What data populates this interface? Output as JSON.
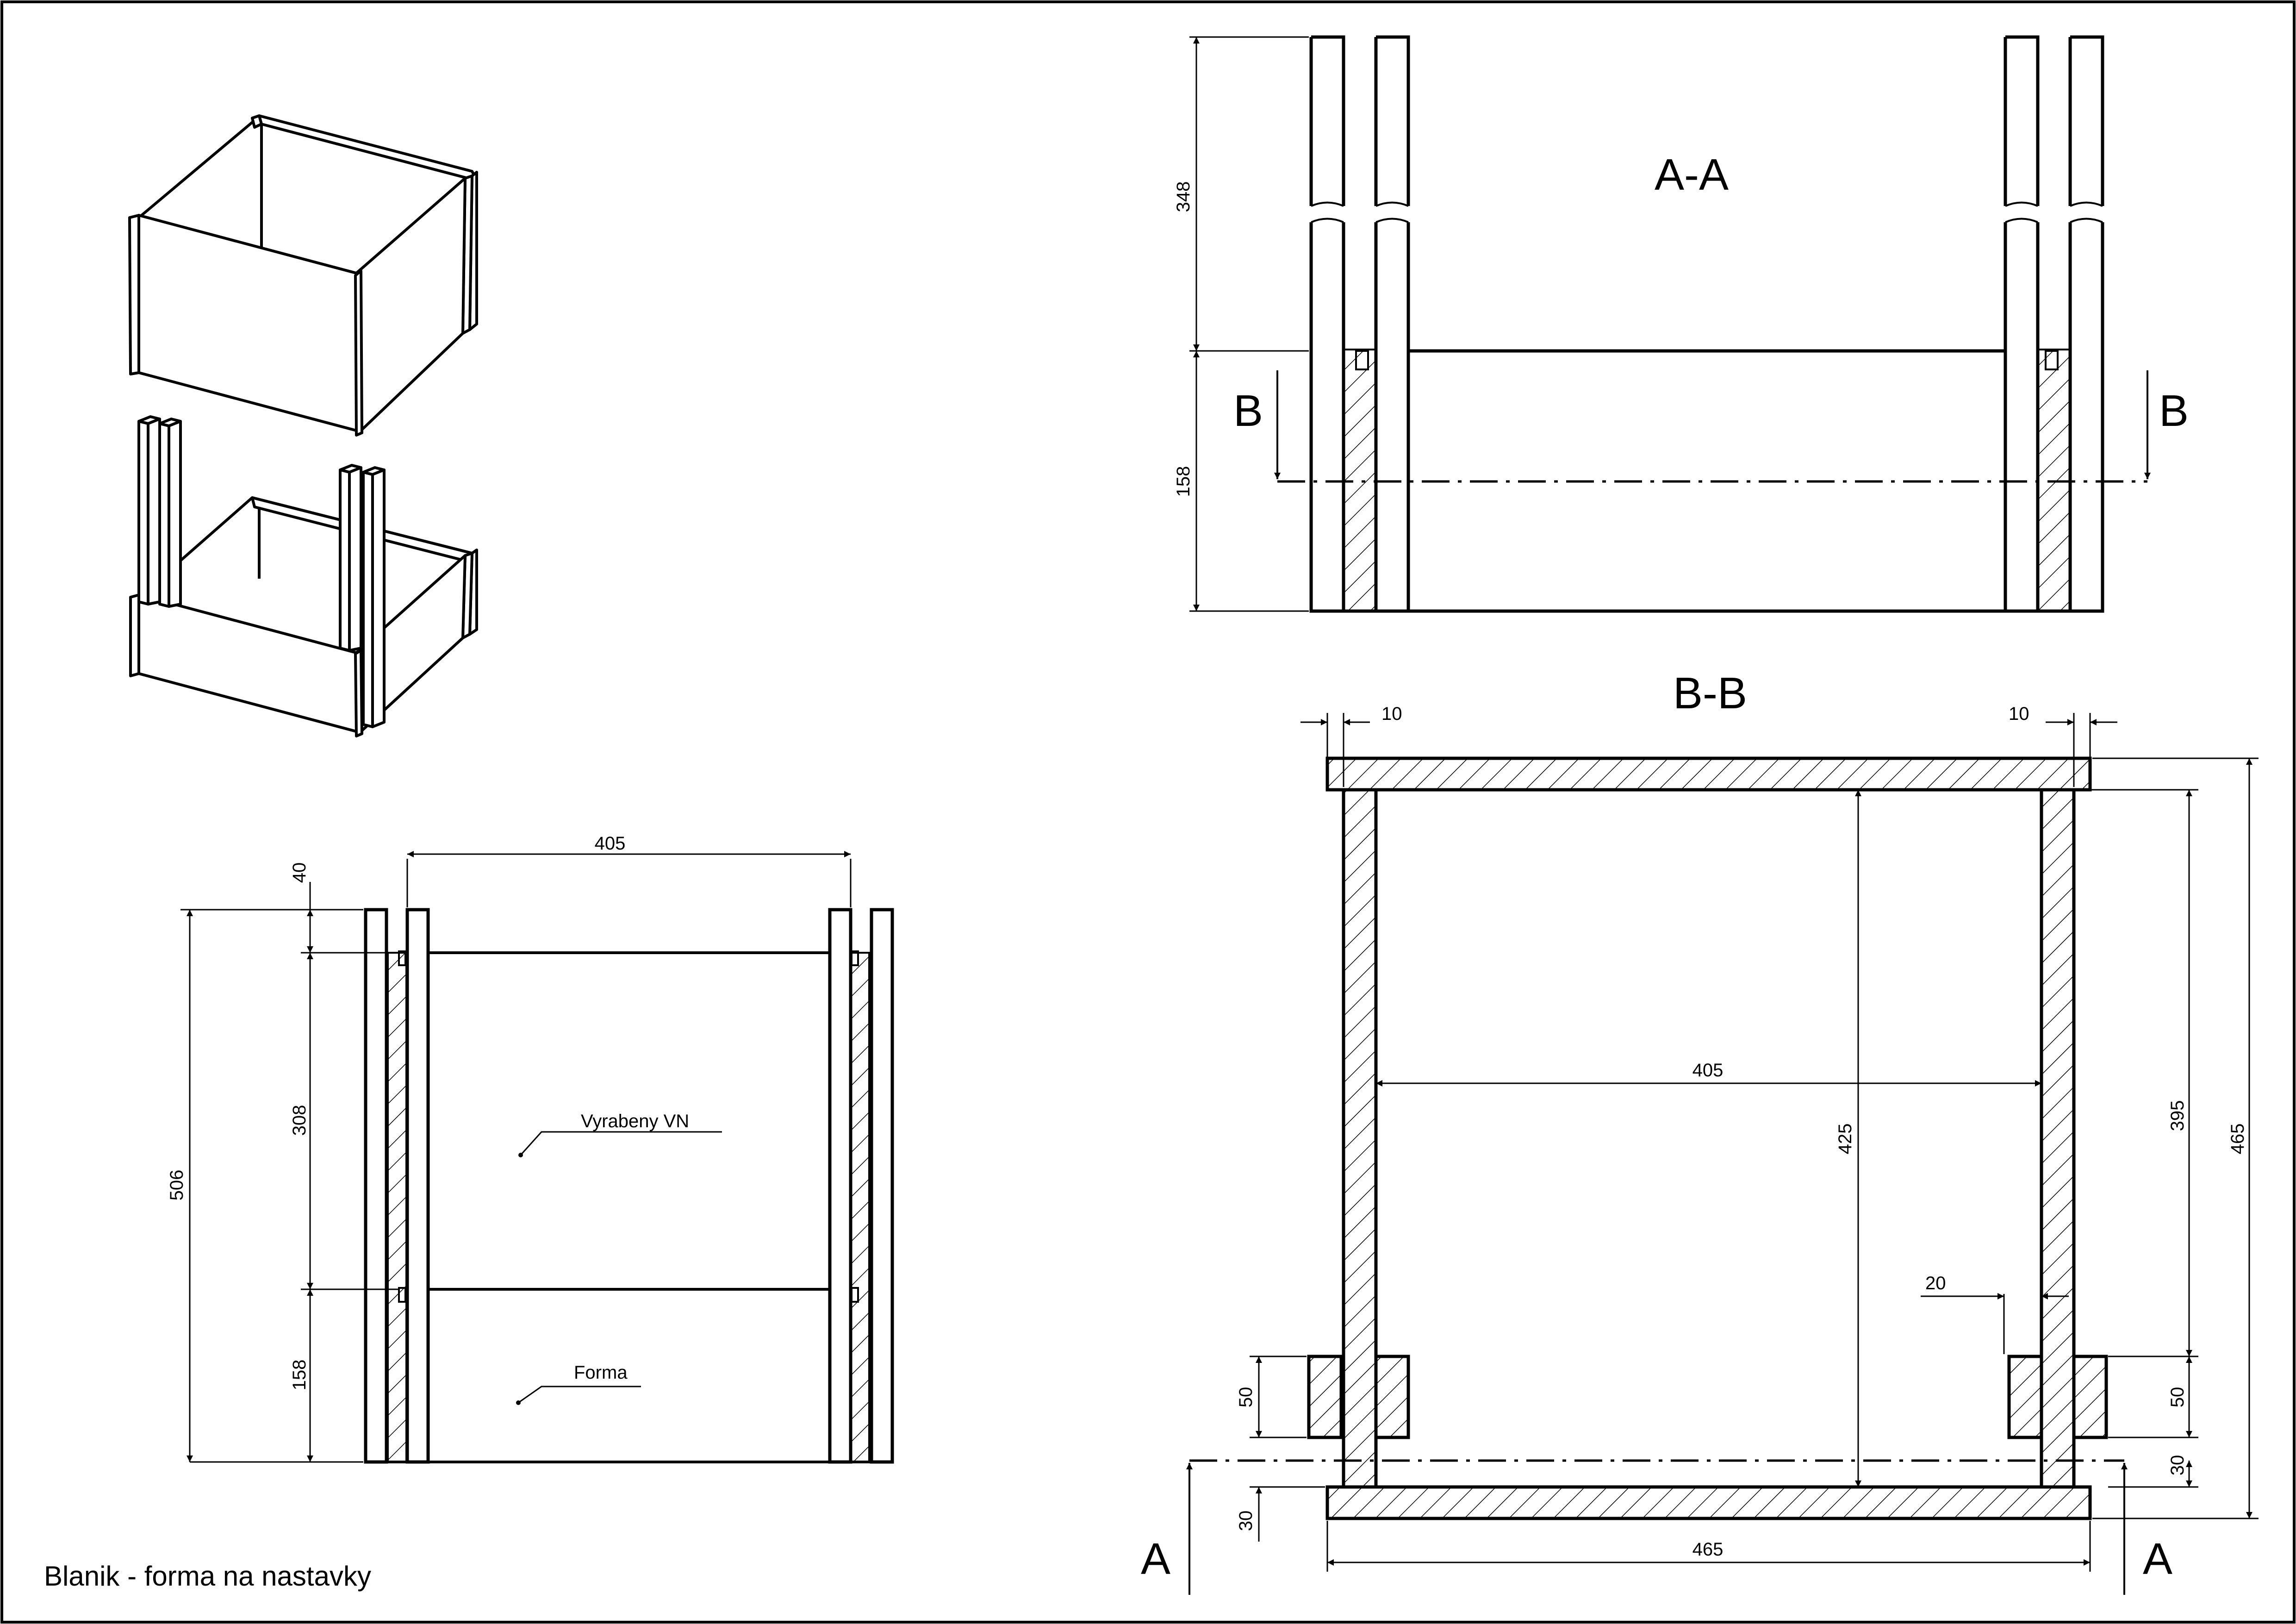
{
  "title": "Blanik - forma na nastavky",
  "views": {
    "aa": {
      "label": "A-A",
      "cut_label_left": "B",
      "cut_label_right": "B",
      "dims": {
        "upper": "348",
        "lower": "158"
      }
    },
    "bb": {
      "label": "B-B",
      "cut_label_left": "A",
      "cut_label_right": "A",
      "dims": {
        "top_left": "10",
        "top_right": "10",
        "inner_width": "405",
        "inner_height": "425",
        "right_inner": "395",
        "right_total": "465",
        "detail": "20",
        "block_left": "50",
        "block_right": "50",
        "bottom_left": "30",
        "bottom_right": "30",
        "bottom_width": "465"
      }
    },
    "front": {
      "dims": {
        "top_width": "405",
        "top_gap": "40",
        "total_height": "506",
        "upper": "308",
        "lower": "158"
      },
      "labels": {
        "upper_part": "Vyrabeny VN",
        "lower_part": "Forma"
      }
    }
  },
  "colors": {
    "line": "#000000",
    "background": "#ffffff"
  }
}
